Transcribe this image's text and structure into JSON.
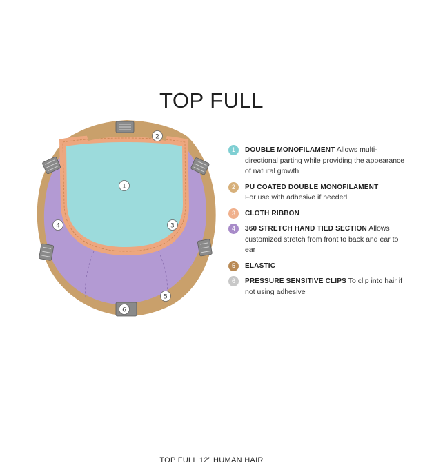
{
  "title": "TOP FULL",
  "caption": "TOP FULL 12” HUMAN HAIR",
  "colors": {
    "elastic": "#c9a06b",
    "monofilament": "#9cdbdc",
    "stretch": "#b39ad3",
    "ribbon": "#eda77f",
    "clip": "#8a8a8a"
  },
  "diagram_labels": [
    "1",
    "2",
    "3",
    "4",
    "5",
    "6"
  ],
  "legend": [
    {
      "num": "1",
      "color": "#7fcfd3",
      "heading": "DOUBLE MONOFILAMENT",
      "text": " Allows multi-directional parting while providing the appearance of natural growth"
    },
    {
      "num": "2",
      "color": "#d7b07a",
      "heading": "PU COATED DOUBLE MONOFILAMENT",
      "text": " For use with adhesive if needed"
    },
    {
      "num": "3",
      "color": "#f0b08c",
      "heading": "CLOTH RIBBON",
      "text": ""
    },
    {
      "num": "4",
      "color": "#a88bc9",
      "heading": "360 STRETCH HAND TIED SECTION",
      "text": " Allows customized stretch from front to back and ear to ear"
    },
    {
      "num": "5",
      "color": "#b98a55",
      "heading": "ELASTIC",
      "text": ""
    },
    {
      "num": "6",
      "color": "#c8c8c8",
      "heading": "PRESSURE SENSITIVE CLIPS",
      "text": " To clip into hair if not using adhesive"
    }
  ]
}
